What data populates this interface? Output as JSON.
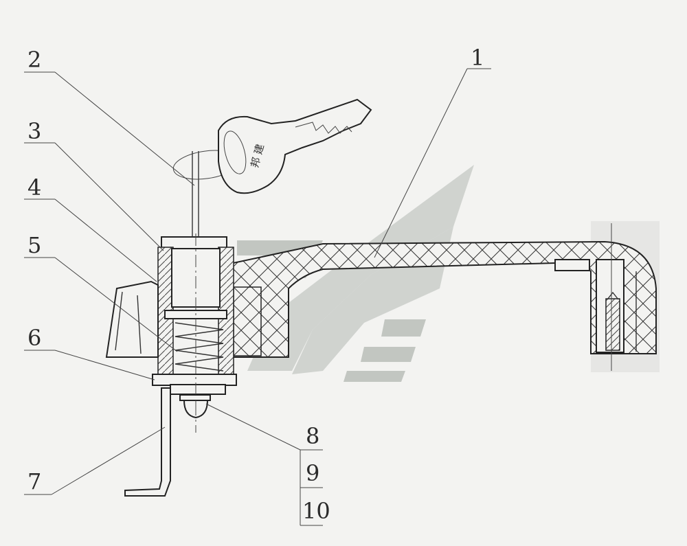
{
  "diagram": {
    "callouts": [
      "1",
      "2",
      "3",
      "4",
      "5",
      "6",
      "7",
      "8",
      "9",
      "10"
    ],
    "key_inscription": "邦 建"
  }
}
